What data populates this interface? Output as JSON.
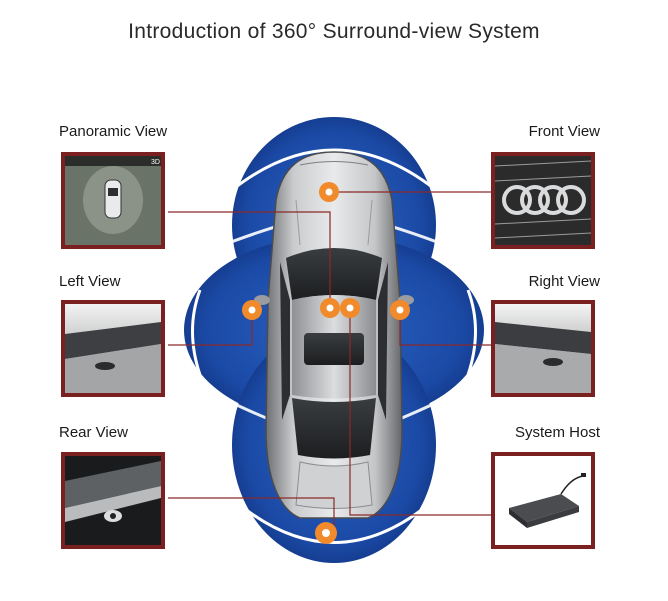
{
  "title": "Introduction of 360° Surround-view System",
  "views": {
    "panoramic": "Panoramic View",
    "front": "Front View",
    "left": "Left View",
    "right": "Right View",
    "rear": "Rear View",
    "host": "System Host"
  },
  "panoramic_badge": "3D",
  "colors": {
    "frame": "#7a2020",
    "connector": "#8a2a2a",
    "blue_dark": "#123a8c",
    "blue_mid": "#1f56b8",
    "blue_light": "#5b86d4",
    "camera": "#f08a2a"
  }
}
